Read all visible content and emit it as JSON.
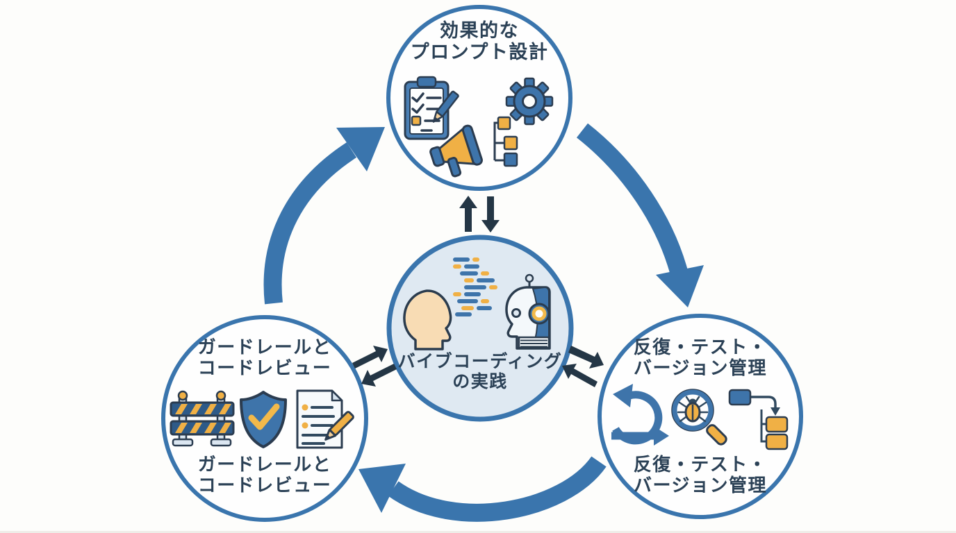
{
  "diagram": {
    "title_hint": "vibe-coding-practice-cycle",
    "top": {
      "label_line1": "効果的な",
      "label_line2": "プロンプト設計",
      "icons": [
        "checklist-clipboard-icon",
        "pencil-icon",
        "gear-icon",
        "megaphone-icon",
        "flowchart-icon"
      ]
    },
    "center": {
      "label_line1": "バイブコーディング",
      "label_line2": "の実践",
      "icons": [
        "human-head-icon",
        "code-lines-icon",
        "robot-head-icon"
      ]
    },
    "left": {
      "label_top_line1": "ガードレールと",
      "label_top_line2": "コードレビュー",
      "label_bottom_line1": "ガードレールと",
      "label_bottom_line2": "コードレビュー",
      "icons": [
        "barrier-icon",
        "shield-check-icon",
        "document-review-icon"
      ]
    },
    "right": {
      "label_top_line1": "反復・テスト・",
      "label_top_line2": "バージョン管理",
      "label_bottom_line1": "反復・テスト・",
      "label_bottom_line2": "バージョン管理",
      "icons": [
        "iteration-loop-icon",
        "bug-magnifier-icon",
        "version-branch-icon"
      ]
    },
    "colors": {
      "circle_border": "#3a75ad",
      "cycle_arrow_blue": "#3a75ad",
      "exchange_arrow_dark": "#243645",
      "text": "#2b4156",
      "accent_orange": "#f0b045",
      "icon_blue": "#3e74aa",
      "center_circle_fill": "#dfe9f2",
      "background": "#fdfdfb"
    }
  }
}
